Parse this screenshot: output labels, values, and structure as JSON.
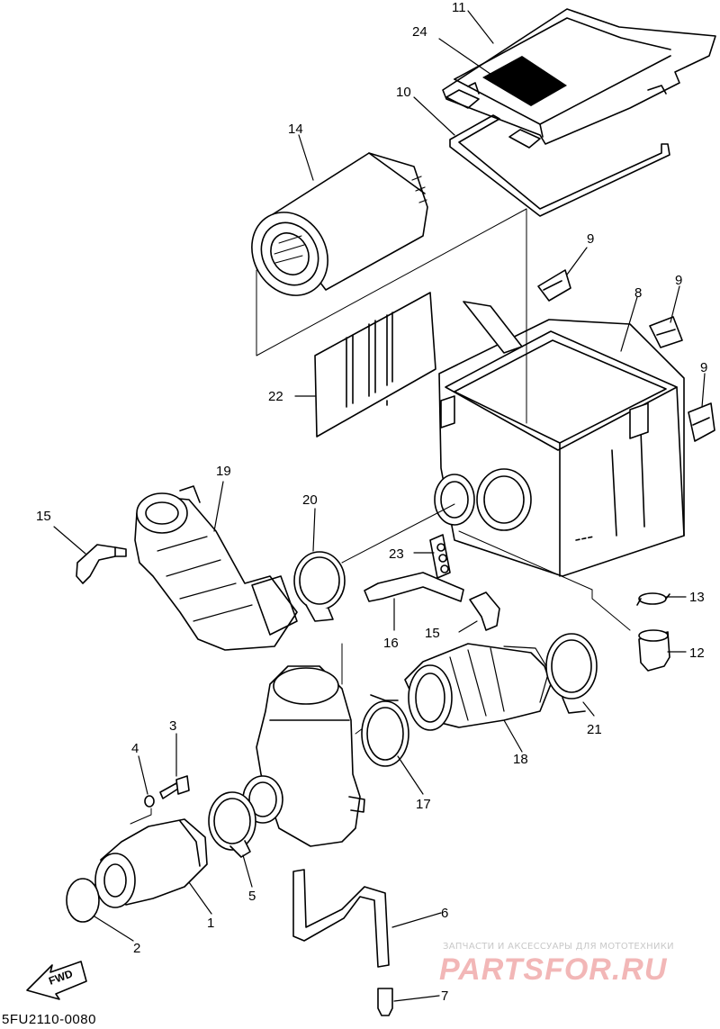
{
  "diagram_code": "5FU2110-0080",
  "fwd_label": "FWD",
  "watermark": {
    "line1": "ЗАПЧАСТИ И АКСЕССУАРЫ ДЛЯ МОТОТЕХНИКИ",
    "line2": "PARTSFOR.RU"
  },
  "callouts": {
    "c1": "1",
    "c2": "2",
    "c3": "3",
    "c4": "4",
    "c5": "5",
    "c6": "6",
    "c7": "7",
    "c8": "8",
    "c9a": "9",
    "c9b": "9",
    "c9c": "9",
    "c10": "10",
    "c11": "11",
    "c12": "12",
    "c13": "13",
    "c14": "14",
    "c15a": "15",
    "c15b": "15",
    "c16": "16",
    "c17": "17",
    "c18": "18",
    "c19": "19",
    "c20": "20",
    "c21": "21",
    "c22": "22",
    "c23": "23",
    "c24": "24"
  }
}
